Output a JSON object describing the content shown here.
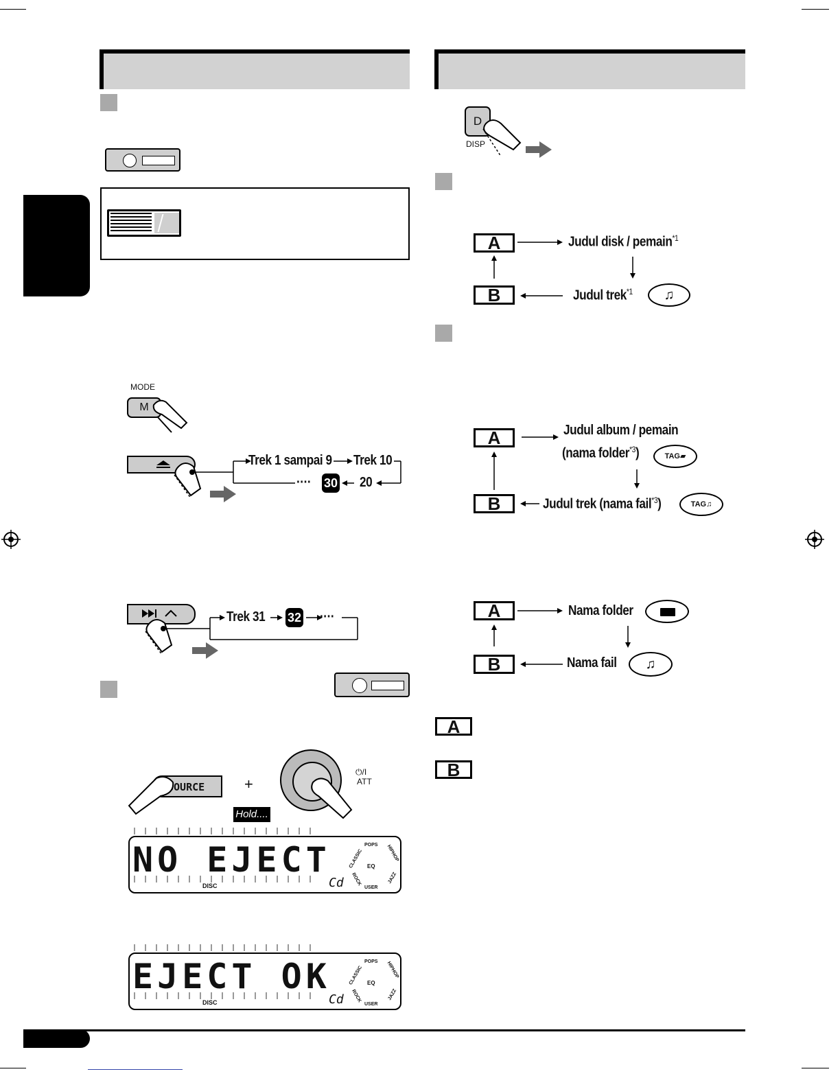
{
  "flow1": {
    "a_label": "Judul disk / pemain",
    "a_sup": "*1",
    "b_label": "Judul trek",
    "b_sup": "*1"
  },
  "flow2": {
    "a_line1": "Judul album / pemain",
    "a_line2": "(nama folder",
    "a_sup": "*3",
    "a_close": ")",
    "b_label": "Judul trek (nama fail",
    "b_sup": "*3",
    "b_close": ")",
    "tag": "TAG"
  },
  "flow3": {
    "a_label": "Nama folder",
    "b_label": "Nama fail"
  },
  "letters": {
    "a": "A",
    "b": "B"
  },
  "disp_button": {
    "key": "D",
    "caption": "DISP"
  },
  "mode_button": {
    "key": "M",
    "caption": "MODE"
  },
  "track_seq1": {
    "first": "Trek 1 sampai 9",
    "second": "Trek 10",
    "third": "20",
    "fourth": "30",
    "dots": "····"
  },
  "track_seq2": {
    "first": "Trek 31",
    "second": "32",
    "dots": "····"
  },
  "source_button": {
    "label": "SOURCE",
    "plus": "+",
    "hold": "Hold....",
    "power_label": "⏻/I",
    "att_label": "ATT"
  },
  "lcd1": {
    "text": "NO EJECT",
    "sub": "Cd",
    "disc": "DISC"
  },
  "lcd2": {
    "text": "EJECT OK",
    "sub": "Cd",
    "disc": "DISC"
  },
  "eq": {
    "pops": "POPS",
    "hiphop": "HIPHOP",
    "classic": "CLASSIC",
    "jazz": "JAZZ",
    "rock": "ROCK",
    "user": "USER",
    "eq": "EQ"
  },
  "colors": {
    "header_bg": "#d2d2d2",
    "step_marker": "#a9a9a9",
    "black": "#000000"
  },
  "icons": [
    "music-note-icon",
    "folder-icon",
    "tag-folder-icon",
    "tag-music-icon",
    "eject-icon",
    "skip-forward-icon",
    "pointing-hand-icon",
    "arrow-right-icon",
    "registration-mark-icon"
  ]
}
